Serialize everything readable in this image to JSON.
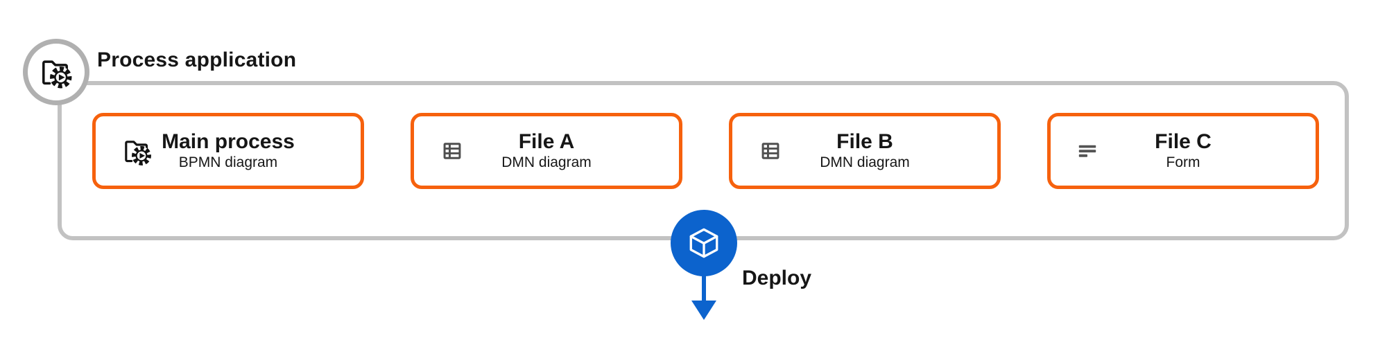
{
  "app": {
    "title": "Process application"
  },
  "cards": [
    {
      "name": "Main process",
      "type": "BPMN diagram",
      "icon": "process-application-icon"
    },
    {
      "name": "File A",
      "type": "DMN diagram",
      "icon": "decision-table-icon"
    },
    {
      "name": "File B",
      "type": "DMN diagram",
      "icon": "decision-table-icon"
    },
    {
      "name": "File C",
      "type": "Form",
      "icon": "form-icon"
    }
  ],
  "deploy": {
    "label": "Deploy",
    "icon": "cube-icon"
  },
  "colors": {
    "card_border": "#f6610d",
    "container_border": "#c2c2c2",
    "badge_ring": "#b0b0b0",
    "deploy_blue": "#0c63cd",
    "icon_gray": "#4f4f4f",
    "text": "#161616"
  }
}
